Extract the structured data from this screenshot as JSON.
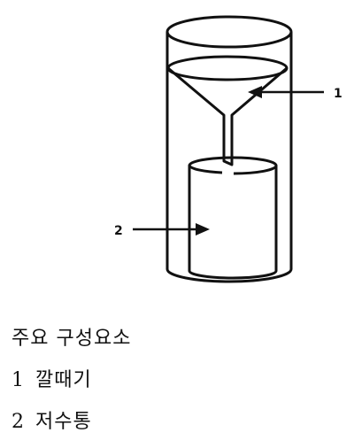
{
  "diagram": {
    "callouts": [
      {
        "number": "1"
      },
      {
        "number": "2"
      }
    ]
  },
  "legend": {
    "title": "주요 구성요소",
    "items": [
      {
        "number": "1",
        "label": "깔때기"
      },
      {
        "number": "2",
        "label": "저수통"
      }
    ]
  }
}
